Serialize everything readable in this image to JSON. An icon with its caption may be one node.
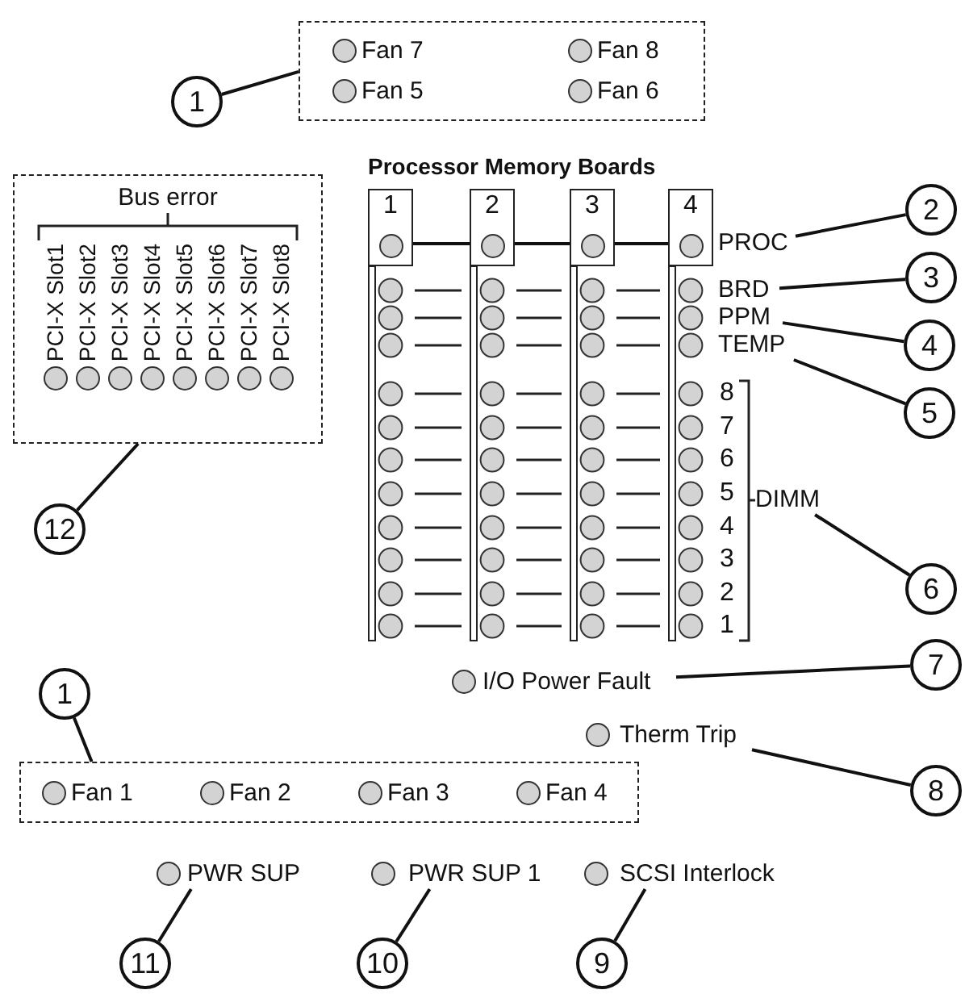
{
  "diagram": {
    "nodes": [
      {
        "text": [
          "Fan 7",
          "Fan 8",
          "Fan 5",
          "Fan 6"
        ]
      },
      {
        "text": [
          "1"
        ]
      },
      {
        "text": [
          "Bus error",
          "PCI-X Slot1",
          "PCI-X Slot2",
          "PCI-X Slot3",
          "PCI-X Slot4",
          "PCI-X Slot5",
          "PCI-X Slot6",
          "PCI-X Slot7",
          "PCI-X Slot8"
        ]
      },
      {
        "text": [
          "12"
        ]
      },
      {
        "text": [
          "1"
        ]
      },
      {
        "text": [
          "2"
        ]
      },
      {
        "text": [
          "3"
        ]
      },
      {
        "text": [
          "4"
        ]
      },
      {
        "text": [
          "PROC"
        ]
      },
      {
        "text": [
          "2"
        ]
      },
      {
        "text": [
          "BRD"
        ]
      },
      {
        "text": [
          "3"
        ]
      },
      {
        "text": [
          "PPM"
        ]
      },
      {
        "text": [
          "4"
        ]
      },
      {
        "text": [
          "TEMP"
        ]
      },
      {
        "text": [
          "5"
        ]
      },
      {
        "text": [
          "DIMM"
        ]
      },
      {
        "text": [
          "6"
        ]
      },
      {
        "text": [
          "I/O Power Fault"
        ]
      },
      {
        "text": [
          "7"
        ]
      },
      {
        "text": [
          "1"
        ]
      },
      {
        "text": [
          "Therm Trip"
        ]
      },
      {
        "text": [
          "8"
        ]
      },
      {
        "text": [
          "Fan 1",
          "Fan 2",
          "Fan 3",
          "Fan 4"
        ]
      },
      {
        "text": [
          "PWR SUP"
        ]
      },
      {
        "text": [
          "PWR SUP 1"
        ]
      },
      {
        "text": [
          "SCSI Interlock"
        ]
      },
      {
        "text": [
          "11"
        ]
      },
      {
        "text": [
          "10"
        ]
      },
      {
        "text": [
          "9"
        ]
      }
    ],
    "edges": [
      {
        "from": 4,
        "to": 5,
        "arrow": "none"
      },
      {
        "from": 5,
        "to": 6,
        "arrow": "none"
      },
      {
        "from": 6,
        "to": 7,
        "arrow": "none"
      },
      {
        "from": 1,
        "to": 0,
        "arrow": "none"
      },
      {
        "from": 3,
        "to": 2,
        "arrow": "none"
      },
      {
        "from": 9,
        "to": 8,
        "arrow": "none"
      },
      {
        "from": 11,
        "to": 10,
        "arrow": "none"
      },
      {
        "from": 13,
        "to": 12,
        "arrow": "none"
      },
      {
        "from": 15,
        "to": 14,
        "arrow": "none"
      },
      {
        "from": 17,
        "to": 16,
        "arrow": "none"
      },
      {
        "from": 19,
        "to": 18,
        "arrow": "none"
      },
      {
        "from": 20,
        "to": 23,
        "arrow": "none"
      },
      {
        "from": 22,
        "to": 21,
        "arrow": "none"
      },
      {
        "from": 27,
        "to": 24,
        "arrow": "none"
      },
      {
        "from": 28,
        "to": 25,
        "arrow": "none"
      },
      {
        "from": 29,
        "to": 26,
        "arrow": "none"
      }
    ],
    "labels": [
      "Processor Memory Boards",
      "8",
      "7",
      "6",
      "5",
      "4",
      "3",
      "2",
      "1"
    ]
  }
}
